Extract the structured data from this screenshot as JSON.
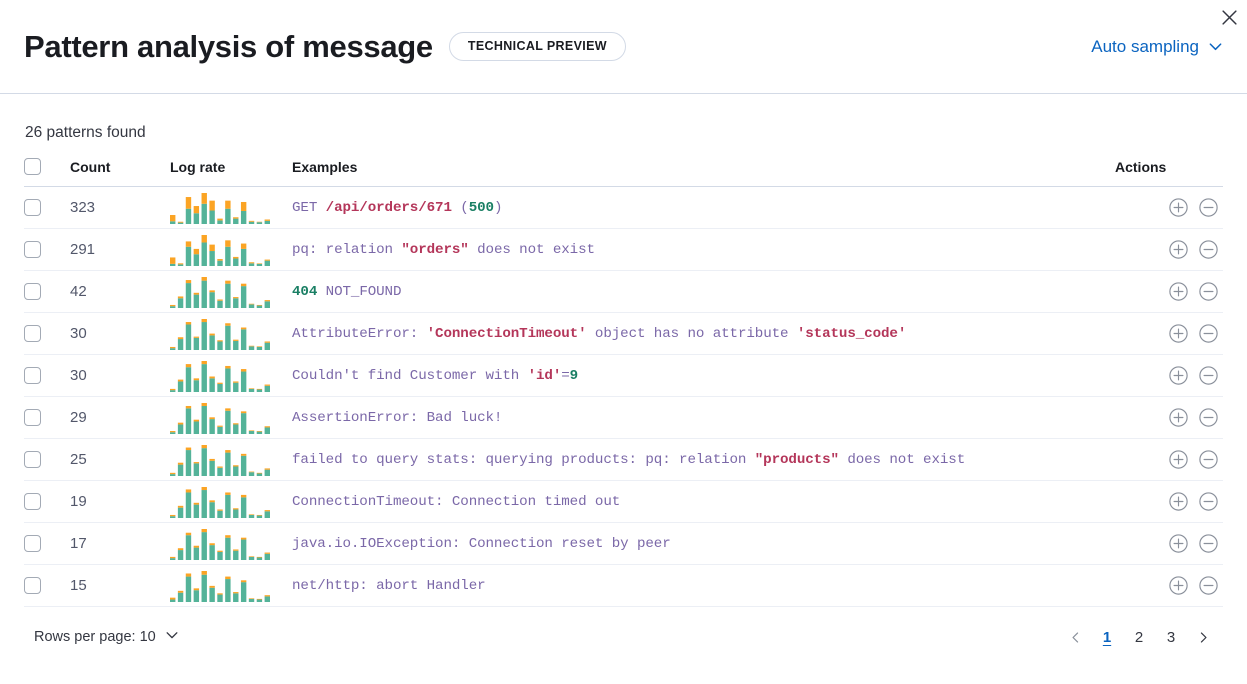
{
  "header": {
    "title": "Pattern analysis of message",
    "badge": "TECHNICAL PREVIEW",
    "sampling_label": "Auto sampling",
    "close_label": "Close",
    "icons": {
      "close": "close-icon",
      "chevron_down": "chevron-down-icon"
    }
  },
  "summary": {
    "patterns_found": "26 patterns found"
  },
  "table": {
    "columns": {
      "select_all": "",
      "count": "Count",
      "log_rate": "Log rate",
      "examples": "Examples",
      "actions": "Actions"
    },
    "rows": [
      {
        "count": "323",
        "example_plain": "GET /api/orders/671 (500)",
        "example_tokens": [
          {
            "t": "GET ",
            "k": "kw"
          },
          {
            "t": "/api/orders/671",
            "k": "str"
          },
          {
            "t": " (",
            "k": "pl"
          },
          {
            "t": "500",
            "k": "num"
          },
          {
            "t": ")",
            "k": "pl"
          }
        ],
        "log_rate": [
          6,
          3,
          34,
          24,
          45,
          30,
          8,
          34,
          12,
          29,
          5,
          4,
          7
        ],
        "log_rate_orange": [
          14,
          2,
          26,
          16,
          24,
          22,
          4,
          18,
          3,
          20,
          2,
          1,
          3
        ],
        "actions": [
          "filter-for-value",
          "filter-out-value"
        ]
      },
      {
        "count": "291",
        "example_plain": "pq: relation \"orders\" does not exist",
        "example_tokens": [
          {
            "t": "pq: relation ",
            "k": "kw"
          },
          {
            "t": "\"orders\"",
            "k": "str"
          },
          {
            "t": " does not exist",
            "k": "kw"
          }
        ],
        "log_rate": [
          4,
          3,
          36,
          22,
          44,
          28,
          10,
          36,
          14,
          32,
          5,
          4,
          10
        ],
        "log_rate_orange": [
          12,
          2,
          10,
          10,
          14,
          12,
          3,
          12,
          3,
          10,
          2,
          1,
          2
        ],
        "actions": [
          "filter-for-value",
          "filter-out-value"
        ]
      },
      {
        "count": "42",
        "example_plain": "404 NOT_FOUND",
        "example_tokens": [
          {
            "t": "404",
            "k": "num"
          },
          {
            "t": " NOT_FOUND",
            "k": "kw"
          }
        ],
        "log_rate": [
          3,
          16,
          41,
          22,
          45,
          26,
          12,
          40,
          16,
          36,
          6,
          4,
          11
        ],
        "log_rate_orange": [
          2,
          3,
          5,
          3,
          6,
          3,
          2,
          5,
          2,
          4,
          1,
          1,
          2
        ],
        "actions": [
          "filter-for-value",
          "filter-out-value"
        ]
      },
      {
        "count": "30",
        "example_plain": "AttributeError: 'ConnectionTimeout' object has no attribute 'status_code'",
        "example_tokens": [
          {
            "t": "AttributeError: ",
            "k": "kw"
          },
          {
            "t": "'ConnectionTimeout'",
            "k": "str"
          },
          {
            "t": " object has no attribute ",
            "k": "kw"
          },
          {
            "t": "'status_code'",
            "k": "str"
          }
        ],
        "log_rate": [
          3,
          18,
          42,
          20,
          46,
          24,
          14,
          40,
          15,
          34,
          6,
          5,
          12
        ],
        "log_rate_orange": [
          2,
          3,
          4,
          2,
          5,
          3,
          2,
          4,
          2,
          3,
          1,
          1,
          2
        ],
        "actions": [
          "filter-for-value",
          "filter-out-value"
        ]
      },
      {
        "count": "30",
        "example_plain": "Couldn't find Customer with 'id'=9",
        "example_tokens": [
          {
            "t": "Couldn't find Customer with ",
            "k": "kw"
          },
          {
            "t": "'id'",
            "k": "str"
          },
          {
            "t": "=",
            "k": "pl"
          },
          {
            "t": "9",
            "k": "num"
          }
        ],
        "log_rate": [
          3,
          17,
          40,
          19,
          45,
          22,
          13,
          38,
          15,
          33,
          5,
          4,
          10
        ],
        "log_rate_orange": [
          2,
          3,
          5,
          3,
          5,
          3,
          2,
          4,
          2,
          4,
          1,
          1,
          2
        ],
        "actions": [
          "filter-for-value",
          "filter-out-value"
        ]
      },
      {
        "count": "29",
        "example_plain": "AssertionError: Bad luck!",
        "example_tokens": [
          {
            "t": "AssertionError: Bad luck!",
            "k": "kw"
          }
        ],
        "log_rate": [
          3,
          16,
          43,
          21,
          47,
          25,
          12,
          39,
          16,
          35,
          5,
          4,
          11
        ],
        "log_rate_orange": [
          2,
          3,
          4,
          3,
          5,
          3,
          2,
          4,
          2,
          3,
          1,
          1,
          2
        ],
        "actions": [
          "filter-for-value",
          "filter-out-value"
        ]
      },
      {
        "count": "25",
        "example_plain": "failed to query stats: querying products: pq: relation \"products\" does not exist",
        "example_tokens": [
          {
            "t": "failed to query stats: querying products: pq: relation ",
            "k": "kw"
          },
          {
            "t": "\"products\"",
            "k": "str"
          },
          {
            "t": " does not exist",
            "k": "kw"
          }
        ],
        "log_rate": [
          3,
          18,
          41,
          20,
          44,
          24,
          13,
          37,
          15,
          32,
          6,
          4,
          10
        ],
        "log_rate_orange": [
          2,
          3,
          4,
          2,
          5,
          3,
          2,
          4,
          2,
          3,
          1,
          1,
          2
        ],
        "actions": [
          "filter-for-value",
          "filter-out-value"
        ]
      },
      {
        "count": "19",
        "example_plain": "ConnectionTimeout: Connection timed out",
        "example_tokens": [
          {
            "t": "ConnectionTimeout: Connection timed out",
            "k": "kw"
          }
        ],
        "log_rate": [
          3,
          17,
          42,
          22,
          46,
          26,
          12,
          38,
          14,
          34,
          5,
          4,
          11
        ],
        "log_rate_orange": [
          2,
          3,
          5,
          3,
          5,
          3,
          2,
          4,
          2,
          4,
          1,
          1,
          2
        ],
        "actions": [
          "filter-for-value",
          "filter-out-value"
        ]
      },
      {
        "count": "17",
        "example_plain": "java.io.IOException: Connection reset by peer",
        "example_tokens": [
          {
            "t": "java.io.IOException: Connection reset by peer",
            "k": "kw"
          }
        ],
        "log_rate": [
          3,
          16,
          40,
          20,
          45,
          24,
          13,
          36,
          15,
          33,
          5,
          4,
          10
        ],
        "log_rate_orange": [
          2,
          3,
          4,
          3,
          5,
          3,
          2,
          4,
          2,
          3,
          1,
          1,
          2
        ],
        "actions": [
          "filter-for-value",
          "filter-out-value"
        ]
      },
      {
        "count": "15",
        "example_plain": "net/http: abort Handler",
        "example_tokens": [
          {
            "t": "net/http: abort Handler",
            "k": "kw"
          }
        ],
        "log_rate": [
          4,
          15,
          41,
          19,
          44,
          23,
          12,
          37,
          14,
          32,
          5,
          4,
          9
        ],
        "log_rate_orange": [
          3,
          3,
          5,
          3,
          6,
          3,
          2,
          4,
          2,
          3,
          1,
          1,
          2
        ],
        "actions": [
          "filter-for-value",
          "filter-out-value"
        ]
      }
    ]
  },
  "footer": {
    "rows_per_page_label": "Rows per page: 10",
    "pagination": {
      "prev": "‹",
      "next": "›",
      "pages": [
        "1",
        "2",
        "3"
      ],
      "active": "1"
    }
  },
  "colors": {
    "accent_blue": "#0b64c0",
    "bar_teal": "#54b399",
    "bar_orange": "#fba424",
    "text_dark": "#1a1c21",
    "text_muted": "#52576a",
    "border": "#d3dae6",
    "token_keyword": "#7b68a8",
    "token_string": "#b4365a",
    "token_number": "#1a7f64"
  }
}
